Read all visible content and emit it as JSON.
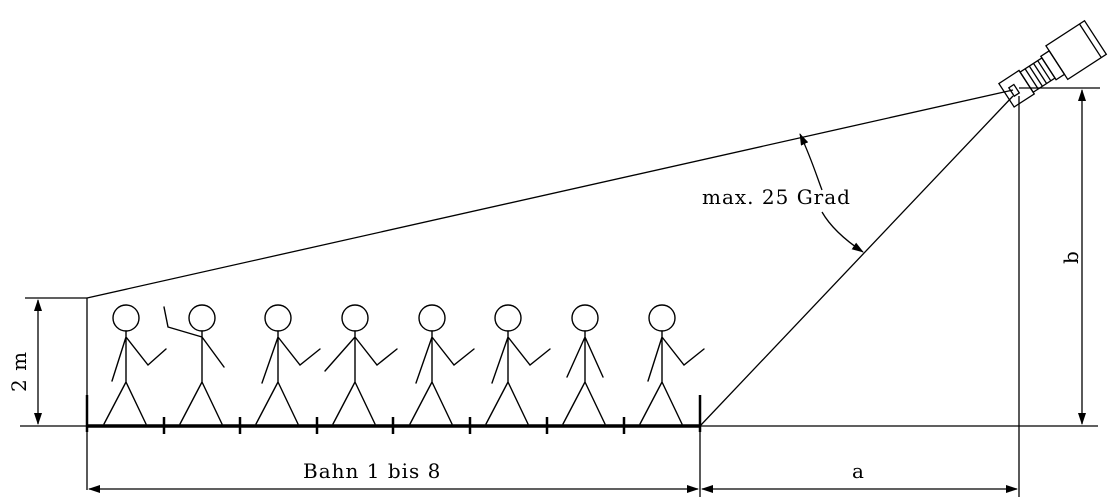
{
  "labels": {
    "angle": "max. 25 Grad",
    "height_2m": "2 m",
    "height_b": "b",
    "distance_a": "a",
    "lanes": "Bahn 1 bis 8"
  },
  "people": {
    "count": 8
  },
  "icons": {
    "camera": "camera-icon"
  }
}
